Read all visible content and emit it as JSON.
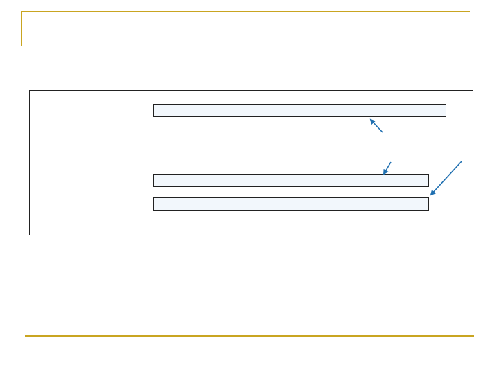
{
  "slide": {
    "accent_color": "#c9a521",
    "arrow_color": "#1f6fb0",
    "bar_fill_color": "#f2f7fc",
    "bars": [
      {
        "name": "bar-top"
      },
      {
        "name": "bar-middle"
      },
      {
        "name": "bar-bottom"
      }
    ],
    "arrows": [
      {
        "name": "arrow-to-top-bar"
      },
      {
        "name": "arrow-to-middle-bar"
      },
      {
        "name": "arrow-to-bottom-bar"
      }
    ]
  }
}
